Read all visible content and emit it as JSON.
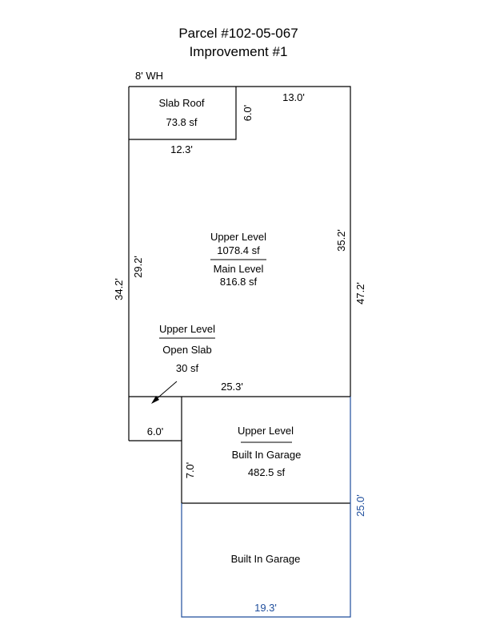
{
  "title": {
    "line1": "Parcel #102-05-067",
    "line2": "Improvement #1"
  },
  "annotation": "8' WH",
  "areas": {
    "slab_roof": {
      "name": "Slab Roof",
      "area": "73.8 sf"
    },
    "main": {
      "upper_name": "Upper Level",
      "upper_area": "1078.4 sf",
      "lower_name": "Main Level",
      "lower_area": "816.8 sf"
    },
    "open_slab": {
      "upper_name": "Upper Level",
      "lower_name": "Open Slab",
      "area": "30 sf"
    },
    "garage_upper": {
      "upper_name": "Upper Level",
      "lower_name": "Built In Garage",
      "area": "482.5 sf"
    },
    "garage": {
      "name": "Built In Garage"
    }
  },
  "dimensions": {
    "slab_height": "6.0'",
    "top_right": "13.0'",
    "slab_width": "12.3'",
    "main_left": "29.2'",
    "right_upper": "35.2'",
    "left_total": "34.2'",
    "right_total": "47.2'",
    "mid_width": "25.3'",
    "notch_width": "6.0'",
    "garage_left": "7.0'",
    "garage_right": "25.0'",
    "garage_bottom": "19.3'"
  },
  "colors": {
    "outline": "#000000",
    "garage_outline": "#1f4e9c"
  }
}
